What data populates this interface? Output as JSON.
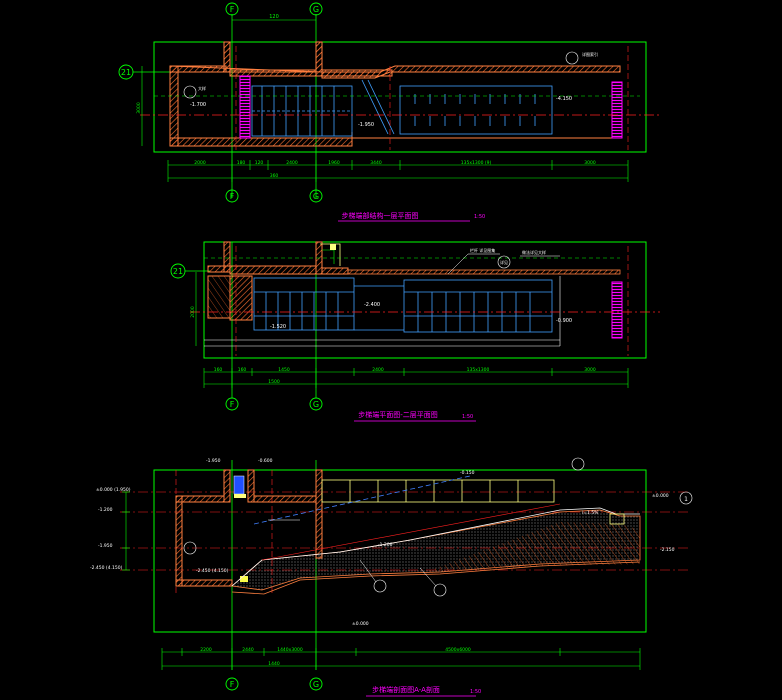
{
  "drawing": {
    "grid_axes": {
      "axis_f": "F",
      "axis_g": "G",
      "axis_21": "21"
    },
    "plan_upper": {
      "title": "步梯端部结构一层平面图",
      "scale": "1:50",
      "dimensions": [
        "2000",
        "180",
        "120",
        "2400",
        "1960",
        "3440",
        "3000",
        "360",
        "3000",
        "135x1300 (9)"
      ],
      "elevations": [
        "-1.700",
        "-1.950",
        "-4.150"
      ],
      "detail_tag": "大样",
      "detail_sub": "详图索引"
    },
    "plan_middle": {
      "title": "步梯端平面图-二层平面图",
      "scale": "1:50",
      "dimensions": [
        "1500",
        "160",
        "160",
        "1450",
        "2400",
        "2000",
        "135x1300",
        "3000"
      ],
      "elevations": [
        "-2.400",
        "-1.520",
        "-0.900"
      ],
      "callout_a": "栏杆 详见图集",
      "callout_b": "详见",
      "callout_c": "做法详见大样"
    },
    "section": {
      "title": "步梯端剖面图A-A剖面",
      "scale": "1:50",
      "levels": [
        "±0.000 (1.950)",
        "-1.200",
        "-1.950",
        "-2.450 (4.150)",
        "-2.150"
      ],
      "top_marks": [
        "-1.950",
        "-0.600"
      ],
      "right_marks": [
        "-0.150",
        "±0.000"
      ],
      "section_mark": "1",
      "slope": "i=1.5%",
      "dimensions": [
        "2200",
        "2440",
        "1440",
        "1440x3000",
        "4500x6000"
      ],
      "floor_note": "±0.000"
    }
  },
  "colors": {
    "wall": "#ff8040",
    "grid": "#00ff00",
    "axis": "#ff2020",
    "step": "#40a0ff",
    "hatch": "#ff7030",
    "beam": "#ffff80",
    "rail": "#ff00ff",
    "text": "#ff6040",
    "slope": "#4080ff"
  }
}
